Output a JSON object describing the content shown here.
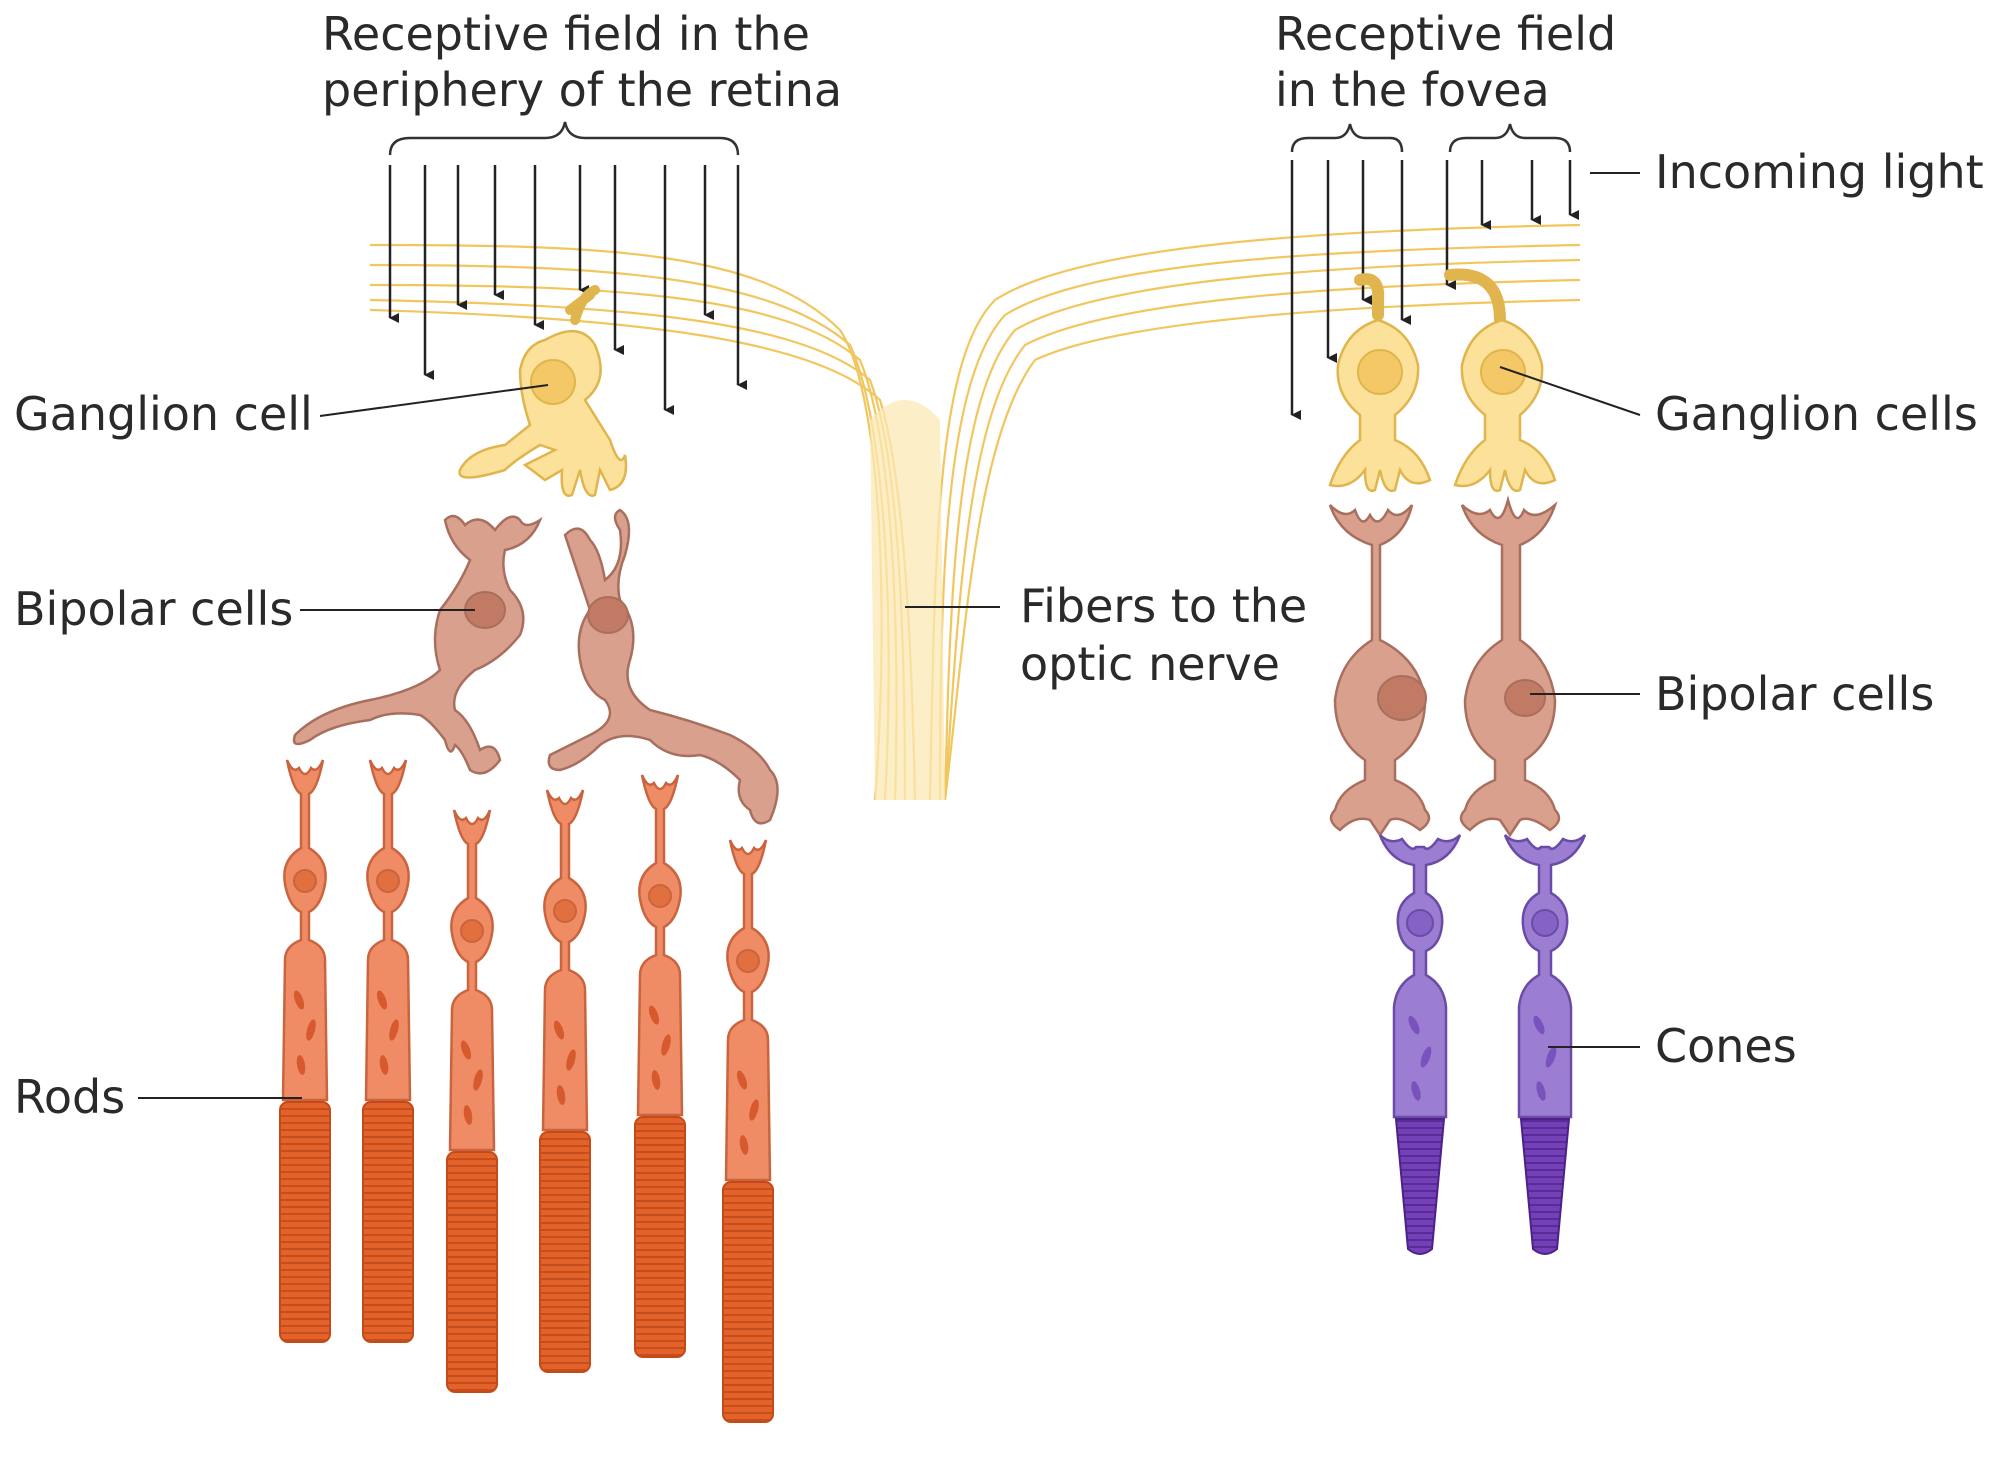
{
  "labels": {
    "periphery_field_line1": "Receptive field in the",
    "periphery_field_line2": "periphery of the retina",
    "fovea_field_line1": "Receptive field",
    "fovea_field_line2": "in the fovea",
    "incoming_light": "Incoming light",
    "ganglion_cell": "Ganglion cell",
    "ganglion_cells": "Ganglion cells",
    "bipolar_cells_left": "Bipolar cells",
    "bipolar_cells_right": "Bipolar cells",
    "fibers_line1": "Fibers to the",
    "fibers_line2": "optic nerve",
    "rods": "Rods",
    "cones": "Cones"
  },
  "colors": {
    "fiber": "#f2c65e",
    "ganglion_fill": "#fbe19a",
    "ganglion_stroke": "#e0b54e",
    "bipolar_fill": "#d9a08e",
    "bipolar_stroke": "#a86f5e",
    "rod_fill": "#ef8c66",
    "rod_stroke": "#c9643e",
    "rod_outer": "#dd5a1e",
    "cone_fill": "#9b7ed1",
    "cone_stroke": "#6a4ca8",
    "cone_outer": "#6b36b0",
    "arrow": "#222222"
  }
}
